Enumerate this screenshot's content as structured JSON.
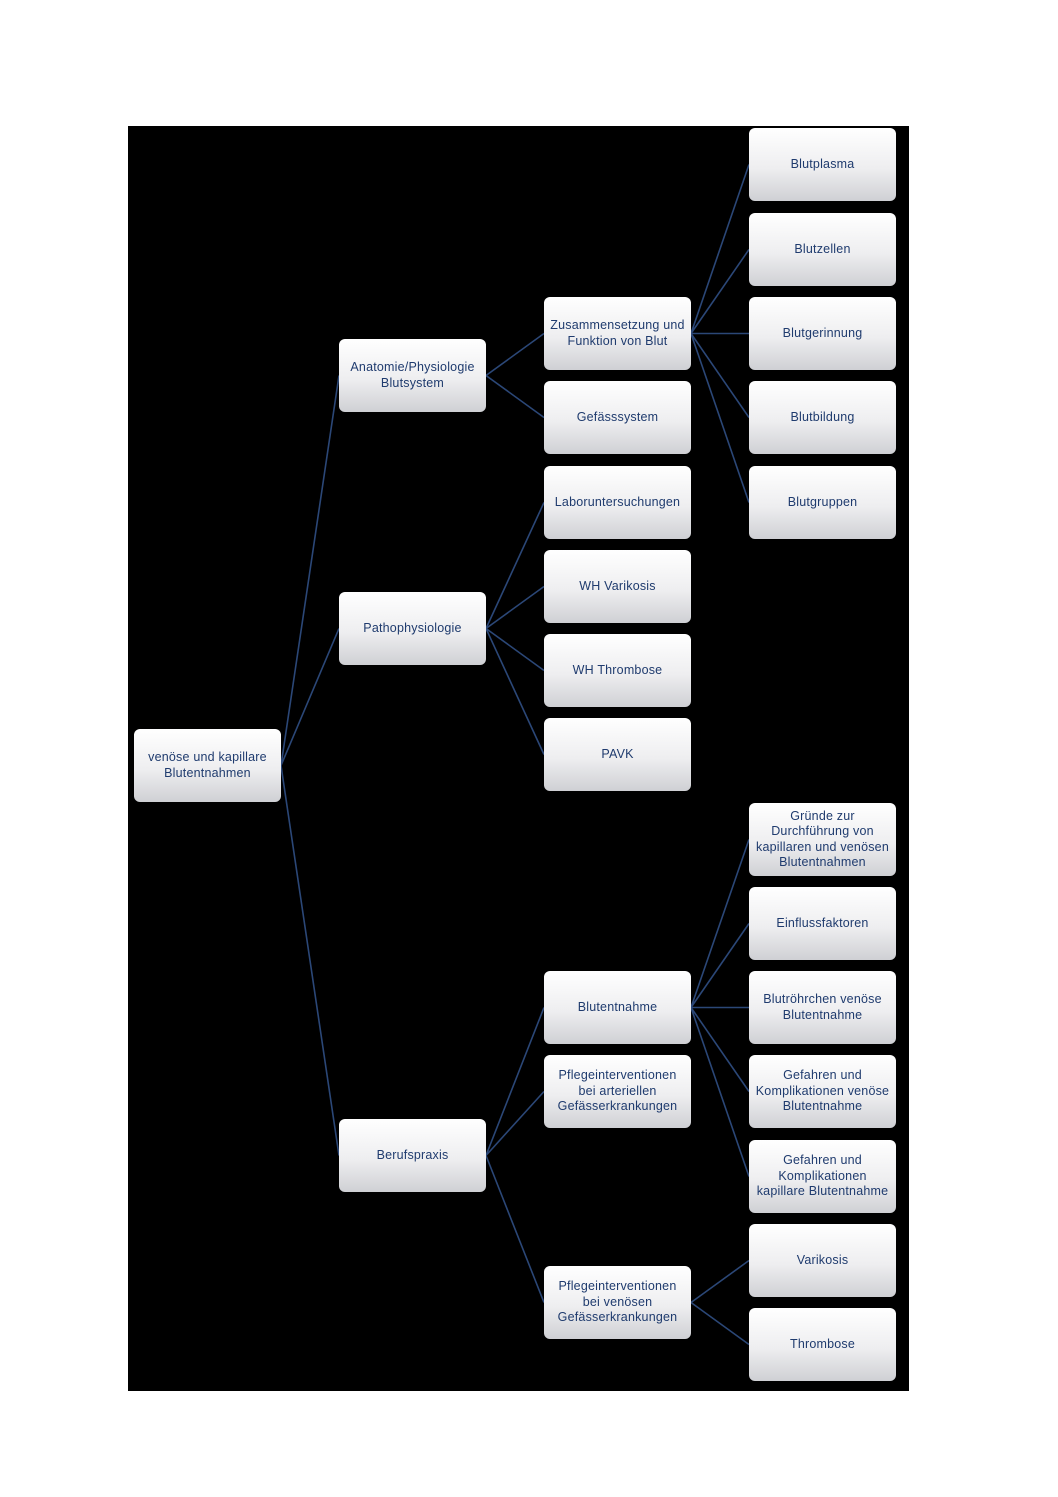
{
  "diagram": {
    "root": "venöse und kapillare Blutentnahmen",
    "level1": {
      "anatomy": "Anatomie/Physiologie Blutsystem",
      "patho": "Pathophysiologie",
      "praxis": "Berufspraxis"
    },
    "level2": {
      "composition": "Zusammensetzung und Funktion von Blut",
      "vessels": "Gefässsystem",
      "lab": "Laboruntersuchungen",
      "wh_varikosis": "WH Varikosis",
      "wh_thrombose": "WH Thrombose",
      "pavk": "PAVK",
      "blutentnahme": "Blutentnahme",
      "pflege_arteriell": "Pflegeinterventionen bei arteriellen Gefässerkrankungen",
      "pflege_venoes": "Pflegeinterventionen bei venösen Gefässerkrankungen"
    },
    "level3": {
      "blutplasma": "Blutplasma",
      "blutzellen": "Blutzellen",
      "blutgerinnung": "Blutgerinnung",
      "blutbildung": "Blutbildung",
      "blutgruppen": "Blutgruppen",
      "gruende": "Gründe zur Durchführung von kapillaren und venösen Blutentnahmen",
      "einfluss": "Einflussfaktoren",
      "roehrchen": "Blutröhrchen venöse Blutentnahme",
      "gefahren_venoes": "Gefahren und Komplikationen venöse Blutentnahme",
      "gefahren_kapillar": "Gefahren und Komplikationen kapillare Blutentnahme",
      "varikosis": "Varikosis",
      "thrombose": "Thrombose"
    }
  },
  "colors": {
    "background": "#000000",
    "connector": "#2b4777",
    "node_text": "#1f3b6e"
  }
}
